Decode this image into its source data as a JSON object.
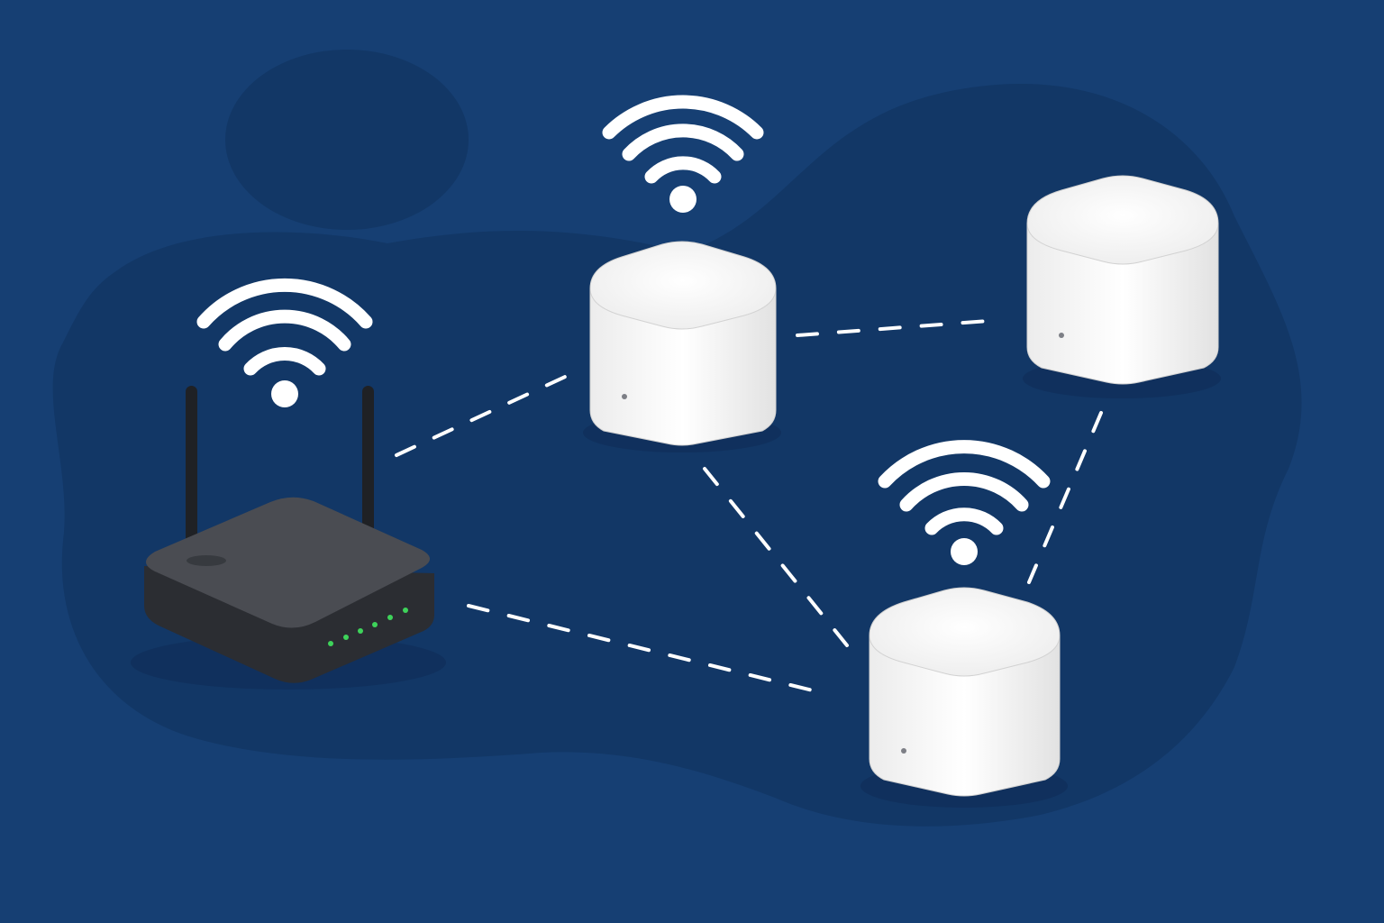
{
  "colors": {
    "background": "#163f73",
    "blob": "#123766",
    "link": "#ffffff",
    "wifi": "#ffffff",
    "router_top": "#4a4c52",
    "router_body": "#2b2d32",
    "router_led": "#3ed35a",
    "node_top": "#f6f6f6",
    "node_side": "#e9e9e9",
    "node_edge": "#d2d2d2",
    "node_led": "#7d7f86"
  },
  "devices": [
    {
      "id": "router",
      "kind": "main-router",
      "icon": "router-icon",
      "led_count": 6,
      "has_wifi_signal": true
    },
    {
      "id": "node-top",
      "kind": "mesh-node",
      "icon": "mesh-node-icon",
      "has_wifi_signal": true
    },
    {
      "id": "node-right",
      "kind": "mesh-node",
      "icon": "mesh-node-icon",
      "has_wifi_signal": false
    },
    {
      "id": "node-bottom",
      "kind": "mesh-node",
      "icon": "mesh-node-icon",
      "has_wifi_signal": true
    }
  ],
  "links": [
    {
      "from": "router",
      "to": "node-top",
      "style": "dashed"
    },
    {
      "from": "router",
      "to": "node-bottom",
      "style": "dashed"
    },
    {
      "from": "node-top",
      "to": "node-right",
      "style": "dashed"
    },
    {
      "from": "node-top",
      "to": "node-bottom",
      "style": "dashed"
    },
    {
      "from": "node-right",
      "to": "node-bottom",
      "style": "dashed"
    }
  ]
}
